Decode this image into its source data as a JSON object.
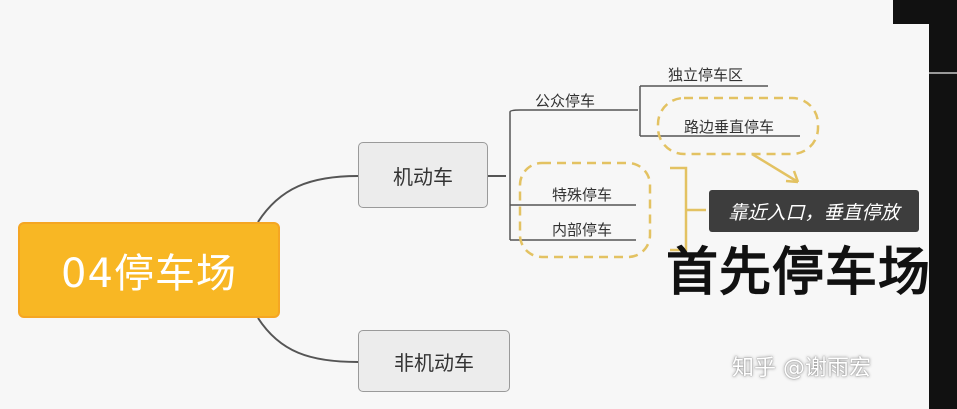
{
  "mindmap": {
    "root": "04停车场",
    "branch_motor": "机动车",
    "branch_nonmotor": "非机动车",
    "public_parking": "公众停车",
    "standalone_area": "独立停车区",
    "roadside_vertical": "路边垂直停车",
    "special_parking": "特殊停车",
    "internal_parking": "内部停车"
  },
  "annotation": {
    "callout": "靠近入口，垂直停放",
    "big_title": "首先停车场"
  },
  "watermark": {
    "text": "知乎 @谢雨宏"
  },
  "colors": {
    "root_fill": "#f8b724",
    "dashed_highlight": "#e3c262",
    "underline": "#d9322b",
    "callout_bg": "#3d3d3d"
  }
}
